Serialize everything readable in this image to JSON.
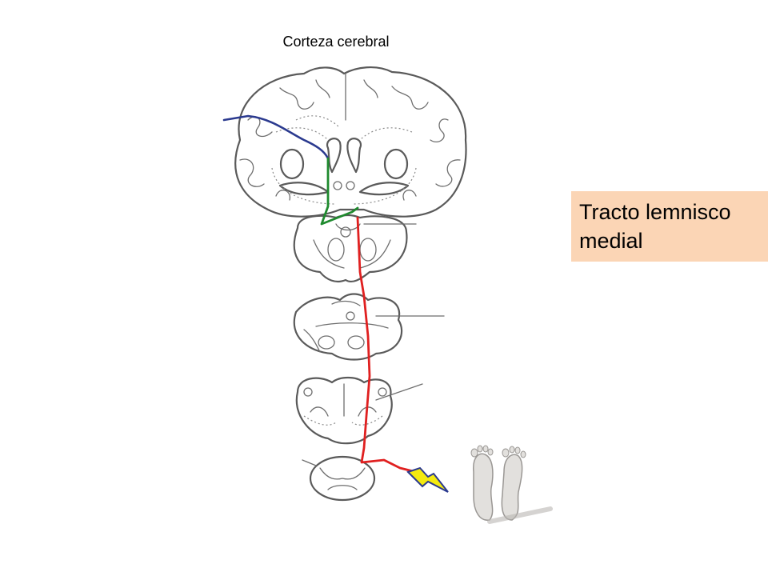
{
  "labels": {
    "cortex": "Corteza cerebral",
    "tract_line1": "Tracto lemnisco",
    "tract_line2": "medial"
  },
  "colors": {
    "label_box": "#fbd5b5",
    "first_order_neuron": "#e02020",
    "second_order_neuron": "#1f8a2e",
    "third_order_neuron": "#2b3a8f",
    "stimulus": "#f4ea10"
  },
  "icons": {
    "stimulus": "lightning-bolt-icon",
    "receptor": "feet-soles-icon"
  }
}
